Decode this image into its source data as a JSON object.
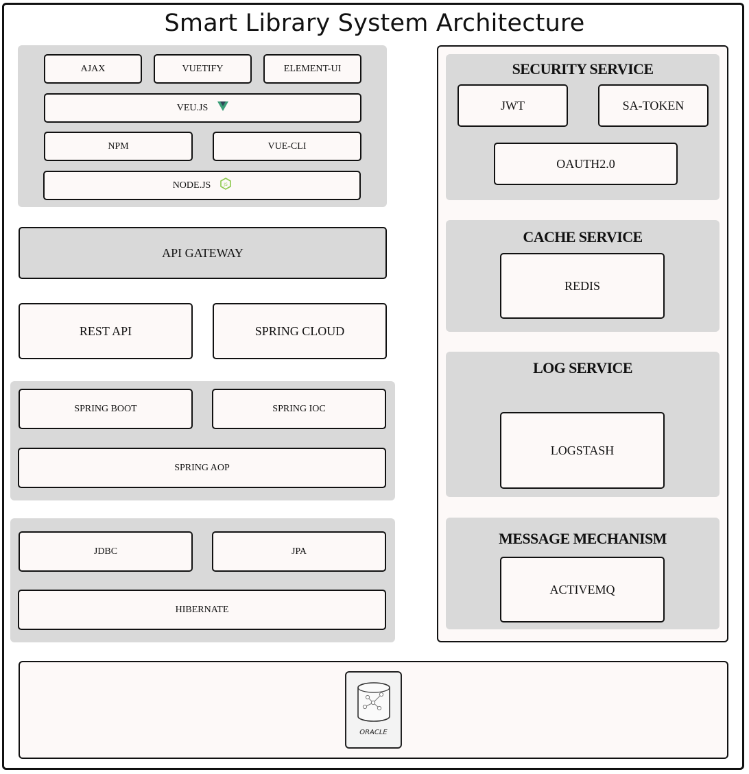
{
  "title": "Smart Library System Architecture",
  "frontend": {
    "ajax": "AJAX",
    "vuetify": "VUETIFY",
    "element_ui": "ELEMENT-UI",
    "vuejs": "VEU.JS",
    "npm": "NPM",
    "vue_cli": "VUE-CLI",
    "nodejs": "NODE.JS"
  },
  "gateway": "API GATEWAY",
  "services_row": {
    "rest_api": "REST API",
    "spring_cloud": "SPRING CLOUD"
  },
  "spring": {
    "boot": "SPRING BOOT",
    "ioc": "SPRING IOC",
    "aop": "SPRING AOP"
  },
  "persistence": {
    "jdbc": "JDBC",
    "jpa": "JPA",
    "hibernate": "HIBERNATE"
  },
  "security": {
    "title": "SECURITY SERVICE",
    "jwt": "JWT",
    "sa_token": "SA-TOKEN",
    "oauth": "OAUTH2.0"
  },
  "cache": {
    "title": "CACHE SERVICE",
    "redis": "REDIS"
  },
  "log": {
    "title": "LOG SERVICE",
    "logstash": "LOGSTASH"
  },
  "message": {
    "title": "MESSAGE MECHANISM",
    "activemq": "ACTIVEMQ"
  },
  "database": {
    "oracle": "ORACLE"
  },
  "colors": {
    "panel": "#d9d9d9",
    "box": "#fdf9f8",
    "border": "#111111",
    "vue_green": "#3b9e78",
    "node_green": "#8cc84b"
  },
  "icons": [
    "vue-logo-icon",
    "nodejs-logo-icon",
    "database-icon"
  ]
}
